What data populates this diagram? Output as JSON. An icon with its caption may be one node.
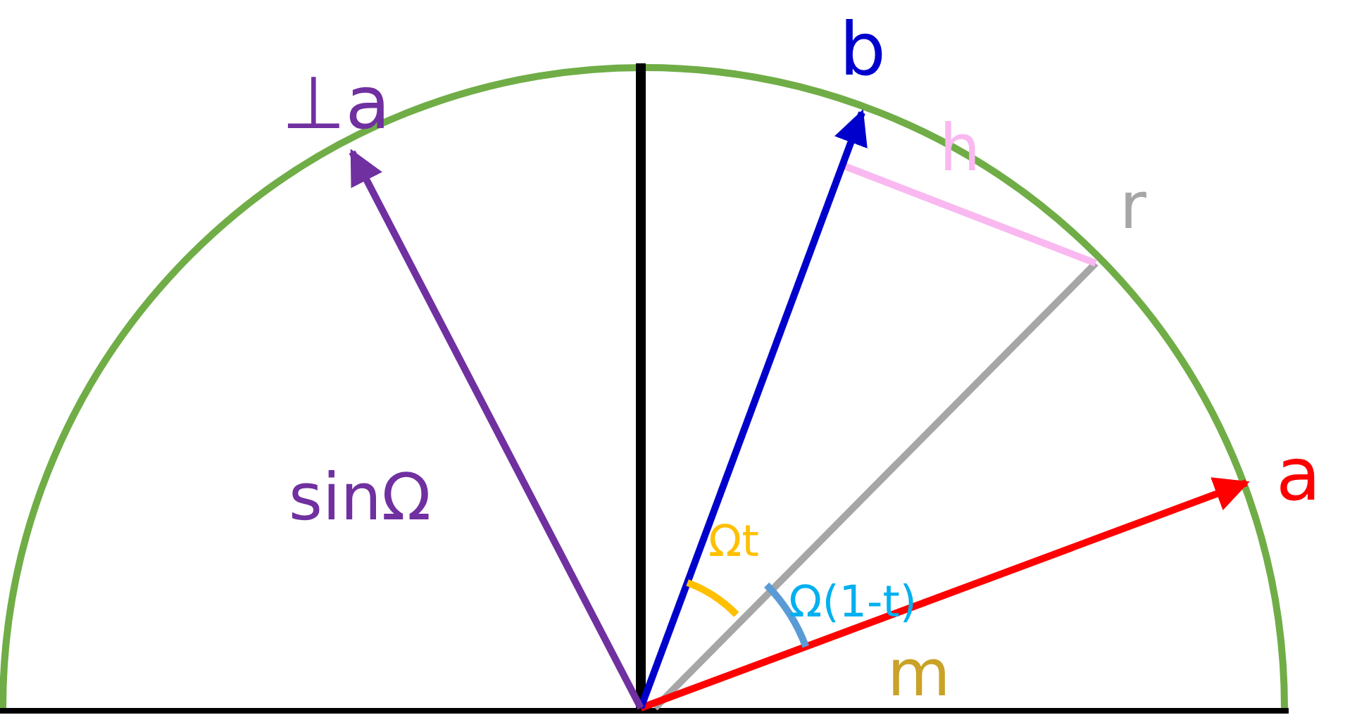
{
  "diagram": {
    "labels": [
      "⊥a",
      "b",
      "h",
      "r",
      "sinΩ",
      "a",
      "Ωt",
      "Ω(1-t)",
      "m"
    ]
  }
}
